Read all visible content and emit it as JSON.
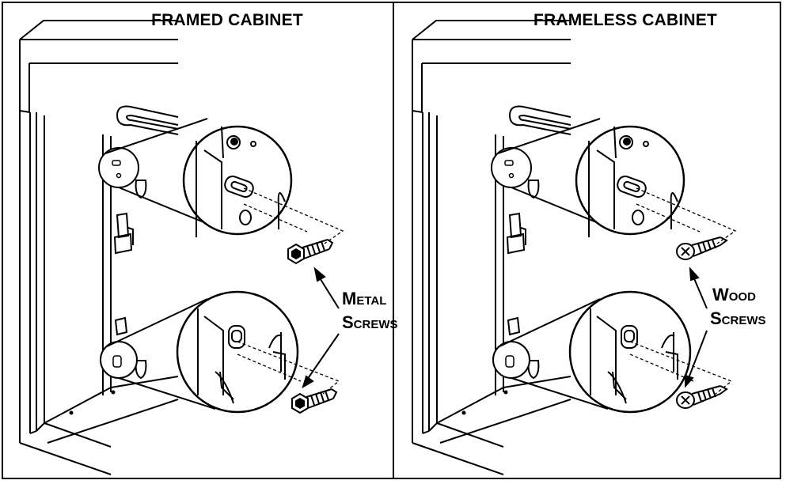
{
  "panels": {
    "left": {
      "title": "FRAMED CABINET",
      "screw_label_line1": "Metal",
      "screw_label_line2": "Screws"
    },
    "right": {
      "title": "FRAMELESS CABINET",
      "screw_label_line1": "Wood",
      "screw_label_line2": "Screws"
    }
  },
  "colors": {
    "line": "#000000",
    "background": "#ffffff"
  },
  "icons": [
    "hex-head-metal-screw-icon",
    "phillips-wood-screw-icon",
    "magnifier-circle-icon",
    "arrow-icon"
  ]
}
